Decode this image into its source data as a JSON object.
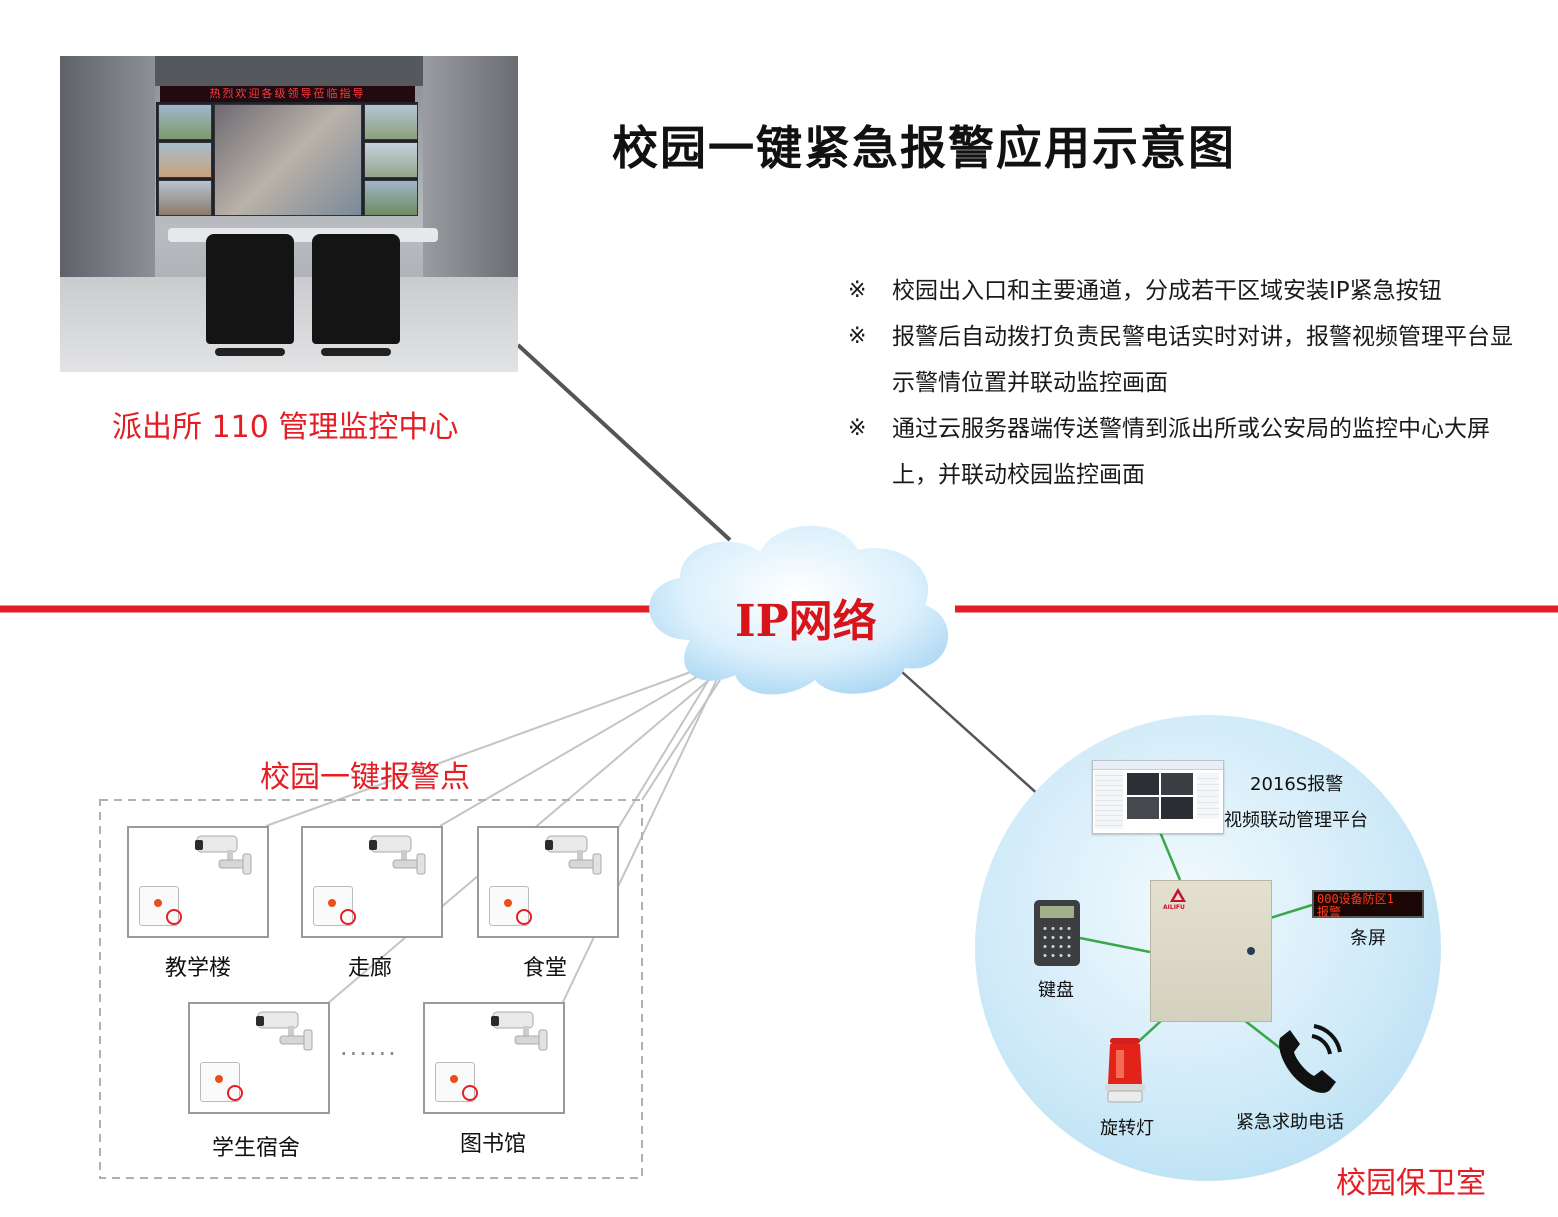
{
  "title": "校园一键紧急报警应用示意图",
  "bullets": [
    {
      "mark": "※",
      "text": "校园出入口和主要通道，分成若干区域安装IP紧急按钮"
    },
    {
      "mark": "※",
      "text": "报警后自动拨打负责民警电话实时对讲，报警视频管理平台显示警情位置并联动监控画面"
    },
    {
      "mark": "※",
      "text": "通过云服务器端传送警情到派出所或公安局的监控中心大屏上，并联动校园监控画面"
    }
  ],
  "control_center": {
    "label": "派出所 110 管理监控中心",
    "banner": "热烈欢迎各级领导莅临指导"
  },
  "network": {
    "label": "IP网络"
  },
  "alarm_points": {
    "title": "校园一键报警点",
    "ellipsis": "······",
    "locations": [
      "教学楼",
      "走廊",
      "食堂",
      "学生宿舍",
      "图书馆"
    ]
  },
  "security_room": {
    "label": "校园保卫室",
    "platform_line1": "2016S报警",
    "platform_line2": "视频联动管理平台",
    "cabinet_brand": "AILIFU",
    "led_line1": "000设备防区1",
    "led_line2": "报警",
    "led_label": "条屏",
    "keypad_label": "键盘",
    "light_label": "旋转灯",
    "phone_label": "紧急求助电话"
  },
  "colors": {
    "accent_red": "#e31e24",
    "network_line": "#e31e24",
    "link_green": "#3aa84a",
    "cloud": "#cfe9fa"
  }
}
